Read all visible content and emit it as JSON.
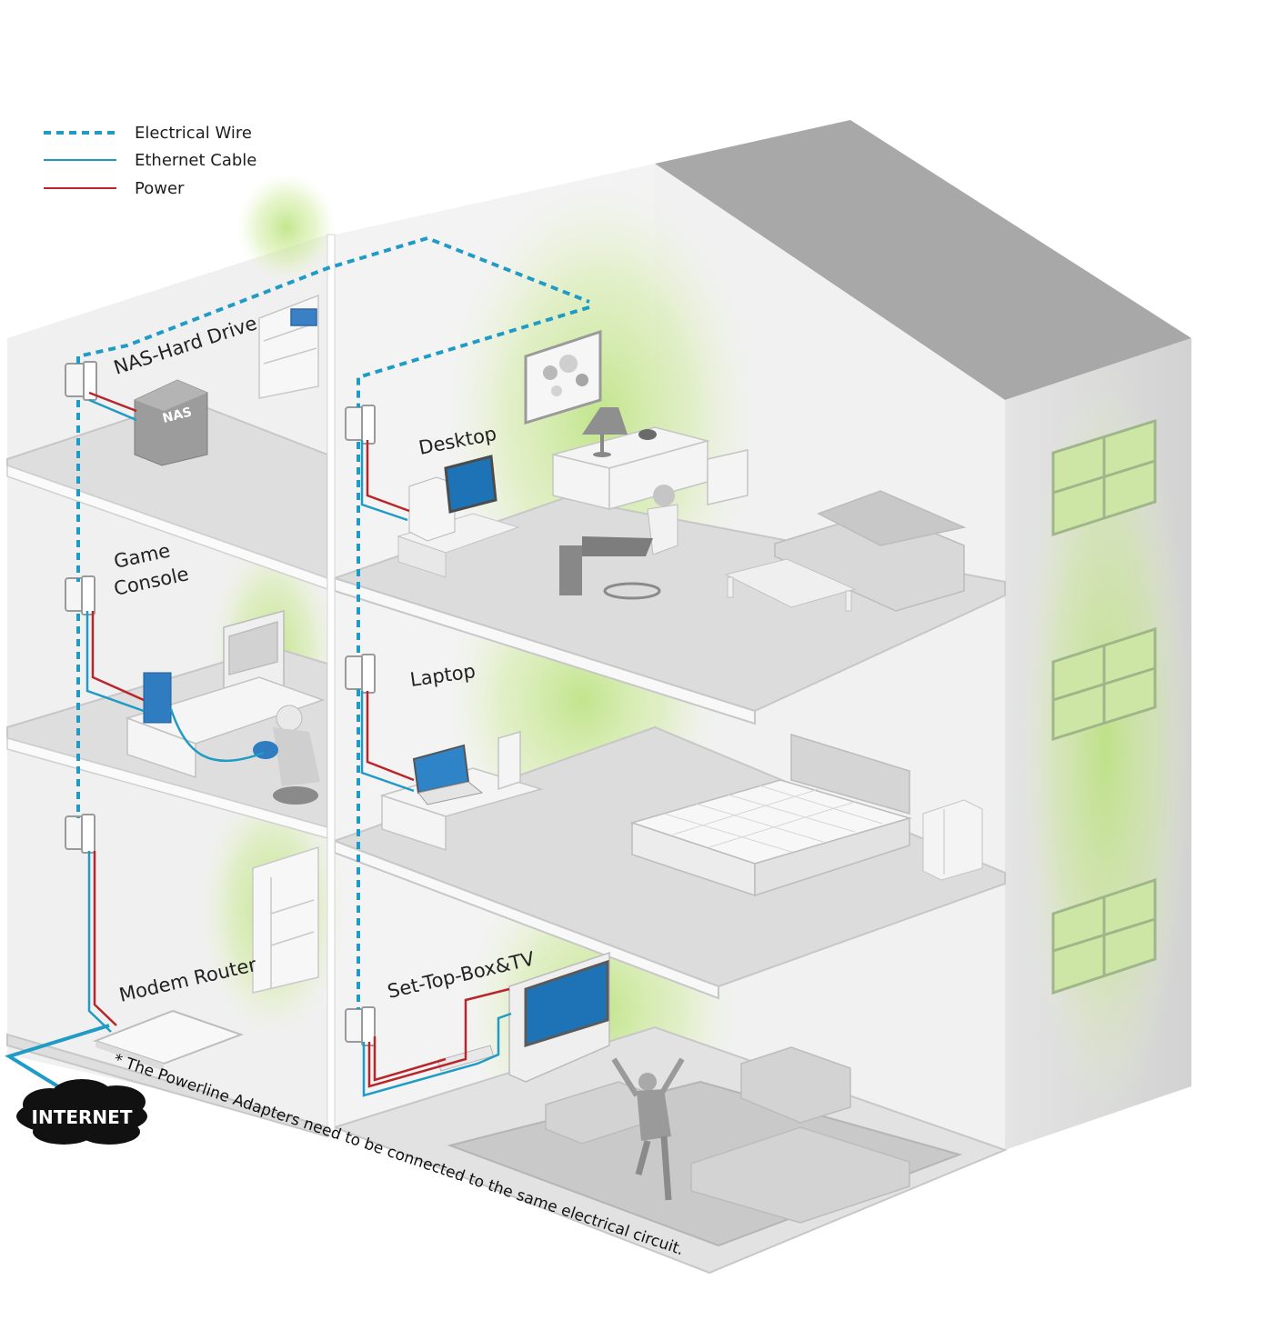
{
  "legend": {
    "items": [
      {
        "label": "Electrical Wire",
        "style": "dashed",
        "color": "#1f9bc6"
      },
      {
        "label": "Ethernet Cable",
        "style": "solid",
        "color": "#1f9bc6"
      },
      {
        "label": "Power",
        "style": "solid",
        "color": "#b8262b"
      }
    ]
  },
  "rooms": {
    "nas": "NAS-Hard Drive",
    "desktop": "Desktop",
    "game_line1": "Game",
    "game_line2": "Console",
    "laptop": "Laptop",
    "modem": "Modem Router",
    "settop": "Set-Top-Box&TV"
  },
  "devices": {
    "nas_box_label": "NAS"
  },
  "internet_label": "INTERNET",
  "footnote": "* The Powerline Adapters need to be connected to the same electrical circuit.",
  "colors": {
    "electrical_wire": "#1f9bc6",
    "ethernet_cable": "#1f9bc6",
    "power": "#b8262b",
    "glow": "#b9e27a",
    "wall": "#eeeeee",
    "floor": "#dcdcdc",
    "roof": "#a8a8a8"
  }
}
